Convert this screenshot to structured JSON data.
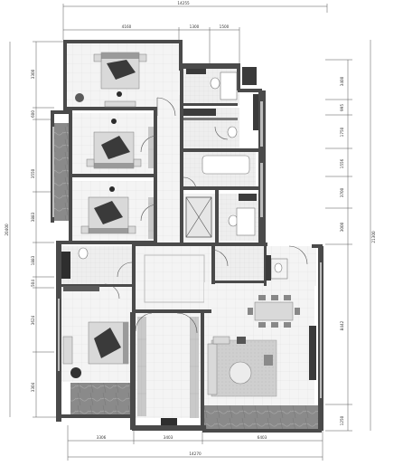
{
  "dimensions": {
    "top_overall": "14255",
    "top_segments": [
      "4160",
      "1300",
      "1500"
    ],
    "bottom_segments": [
      "3306",
      "3403",
      "6403"
    ],
    "bottom_overall": "14270",
    "left_overall": "20400",
    "left_segments": [
      "3300",
      "600",
      "3550",
      "3883",
      "1883",
      "504",
      "3624",
      "3304"
    ],
    "right_overall": "21300",
    "right_segments": [
      "3400",
      "995",
      "1750",
      "1556",
      "3700",
      "3000",
      "8442",
      "1250"
    ]
  },
  "colors": {
    "wall": "#4a4a4a",
    "floor": "#f3f3f3",
    "dark_floor": "#7b7b7b",
    "furniture": "#d9d9d9"
  }
}
